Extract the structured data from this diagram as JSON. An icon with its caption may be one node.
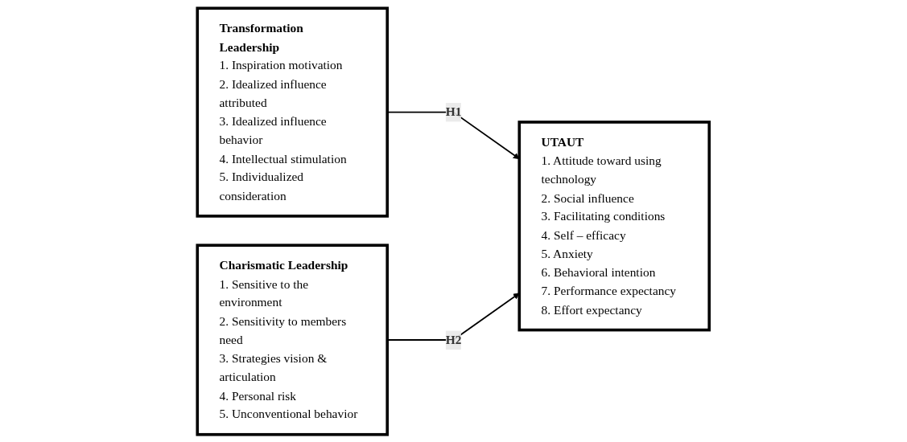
{
  "diagram": {
    "nodes": [
      {
        "text": [
          "Transformation Leadership",
          "1. Inspiration motivation",
          "2. Idealized influence attributed",
          "3. Idealized influence behavior",
          "4. Intellectual stimulation",
          "5. Individualized consideration"
        ]
      },
      {
        "text": [
          "Charismatic Leadership",
          "1. Sensitive to the environment",
          "2. Sensitivity to members need",
          "3. Strategies vision & articulation",
          "4. Personal risk",
          "5. Unconventional behavior"
        ]
      },
      {
        "text": [
          "UTAUT",
          "1. Attitude toward using technology",
          "2. Social influence",
          "3. Facilitating conditions",
          "4. Self – efficacy",
          "5. Anxiety",
          "6. Behavioral intention",
          "7. Performance expectancy",
          "8. Effort expectancy"
        ]
      }
    ],
    "edges": [
      {
        "from": 0,
        "to": 2,
        "arrow": "to",
        "label": "H1"
      },
      {
        "from": 1,
        "to": 2,
        "arrow": "to",
        "label": "H2"
      }
    ]
  }
}
